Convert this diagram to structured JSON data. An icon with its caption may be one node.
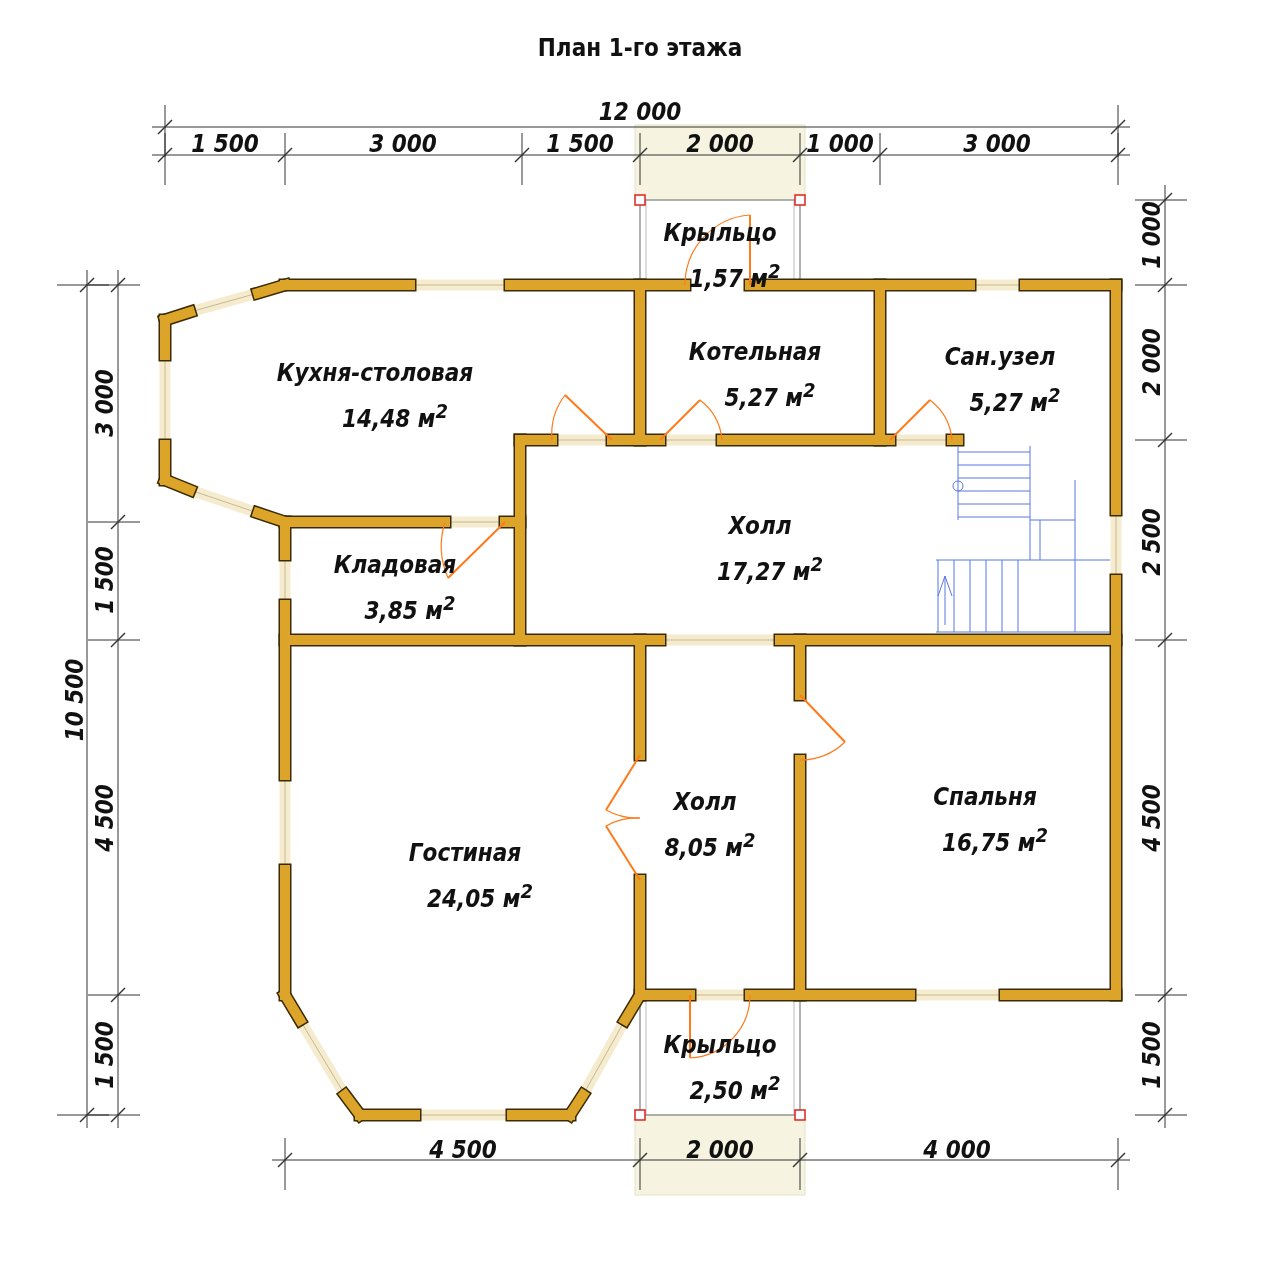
{
  "diagram": {
    "title": "План 1-го этажа",
    "nodes": [
      {
        "text": [
          "Крыльцо",
          "1,57 м$^{2}$"
        ]
      },
      {
        "text": [
          "Кухня-столовая",
          "14,48 м$^{2}$"
        ]
      },
      {
        "text": [
          "Котельная",
          "5,27 м$^{2}$"
        ]
      },
      {
        "text": [
          "Сан.узел",
          "5,27 м$^{2}$"
        ]
      },
      {
        "text": [
          "Кладовая",
          "3,85 м$^{2}$"
        ]
      },
      {
        "text": [
          "Холл",
          "17,27 м$^{2}$"
        ]
      },
      {
        "text": [
          "Гостиная",
          "24,05 м$^{2}$"
        ]
      },
      {
        "text": [
          "Холл",
          "8,05 м$^{2}$"
        ]
      },
      {
        "text": [
          "Спальня",
          "16,75 м$^{2}$"
        ]
      },
      {
        "text": [
          "Крыльцо",
          "2,50 м$^{2}$"
        ]
      }
    ],
    "labels": [
      "12 000",
      "1 500",
      "3 000",
      "1 500",
      "2 000",
      "1 000",
      "3 000",
      "10 500",
      "3 000",
      "1 500",
      "4 500",
      "1 500",
      "1 000",
      "2 000",
      "2 500",
      "4 500",
      "1 500",
      "4 500",
      "2 000",
      "4 000"
    ]
  }
}
